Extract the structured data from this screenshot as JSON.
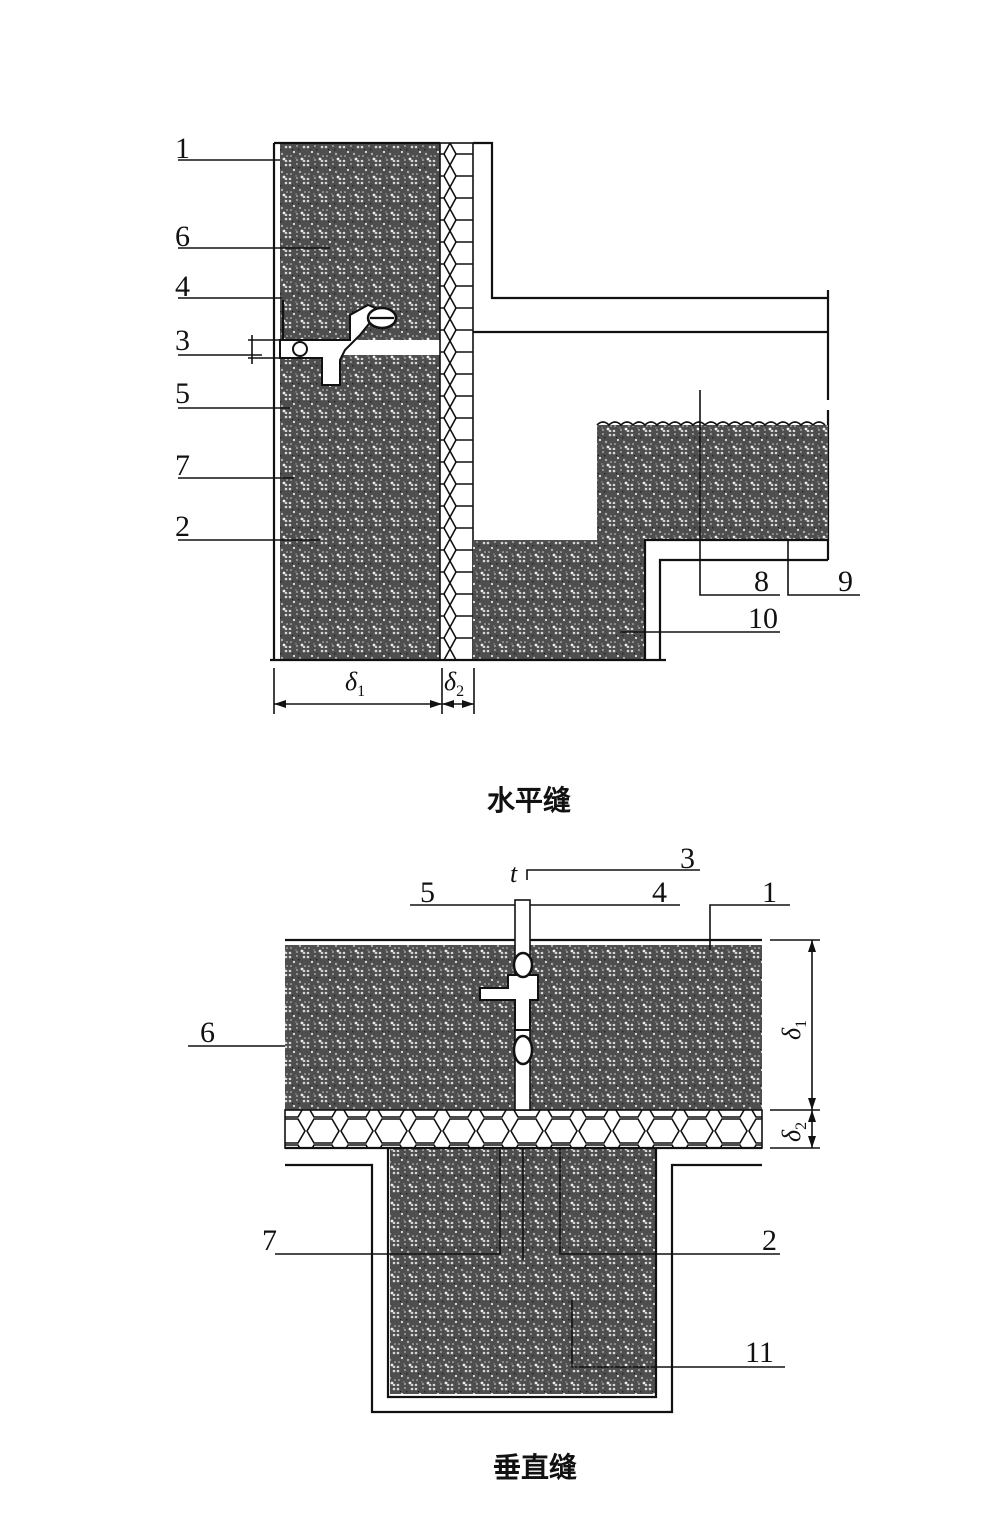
{
  "figure_top": {
    "caption": "水平缝",
    "labels": {
      "l1": "1",
      "l6": "6",
      "l4": "4",
      "l3": "3",
      "l5": "5",
      "l7": "7",
      "l2": "2",
      "l8": "8",
      "l9": "9",
      "l10": "10"
    },
    "dim_delta": "δ",
    "dim_sub1": "1",
    "dim_sub2": "2"
  },
  "figure_bottom": {
    "caption": "垂直缝",
    "labels": {
      "l3": "3",
      "l5": "5",
      "l4": "4",
      "l1": "1",
      "l6": "6",
      "l7": "7",
      "l2": "2",
      "l11": "11"
    },
    "dim_t": "t",
    "dim_delta": "δ",
    "dim_sub1": "1",
    "dim_sub2": "2"
  }
}
